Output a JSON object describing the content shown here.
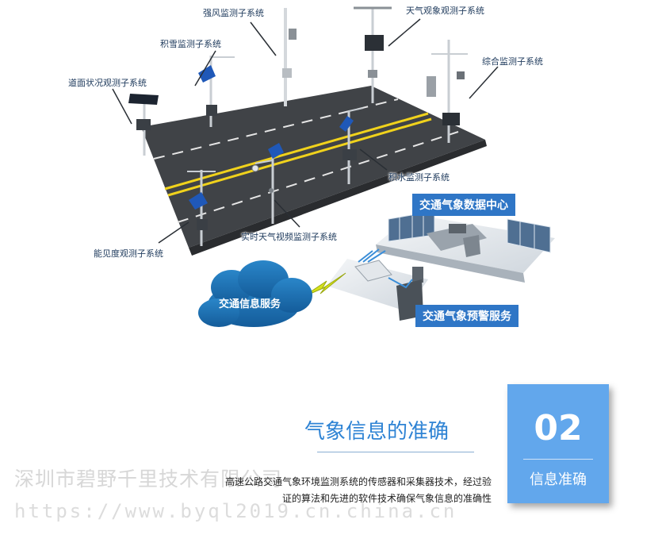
{
  "callouts": {
    "wind": "强风监测子系统",
    "weather_obs": "天气观象观测子系统",
    "snow": "积雪监测子系统",
    "comprehensive": "综合监测子系统",
    "road_surface": "道面状况观测子系统",
    "water": "积水监测子系统",
    "video": "实时天气视频监测子系统",
    "visibility": "能见度观测子系统"
  },
  "center": {
    "data_center": "交通气象数据中心",
    "warning_service": "交通气象预警服务",
    "info_service": "交通信息服务"
  },
  "section": {
    "heading": "气象信息的准确",
    "badge_number": "02",
    "badge_label": "信息准确",
    "desc_line1": "高速公路交通气象环境监测系统的传感器和采集器技术，经过验",
    "desc_line2": "证的算法和先进的软件技术确保气象信息的准确性"
  },
  "watermark": {
    "company": "深圳市碧野千里技术有限公司",
    "url": "https://www.byql2019.cn.china.cn"
  },
  "colors": {
    "road": "#404347",
    "center_line": "#f0d21c",
    "accent_blue": "#2f76c6",
    "cloud": "#1f74b6",
    "lightning": "#d6e21a"
  }
}
